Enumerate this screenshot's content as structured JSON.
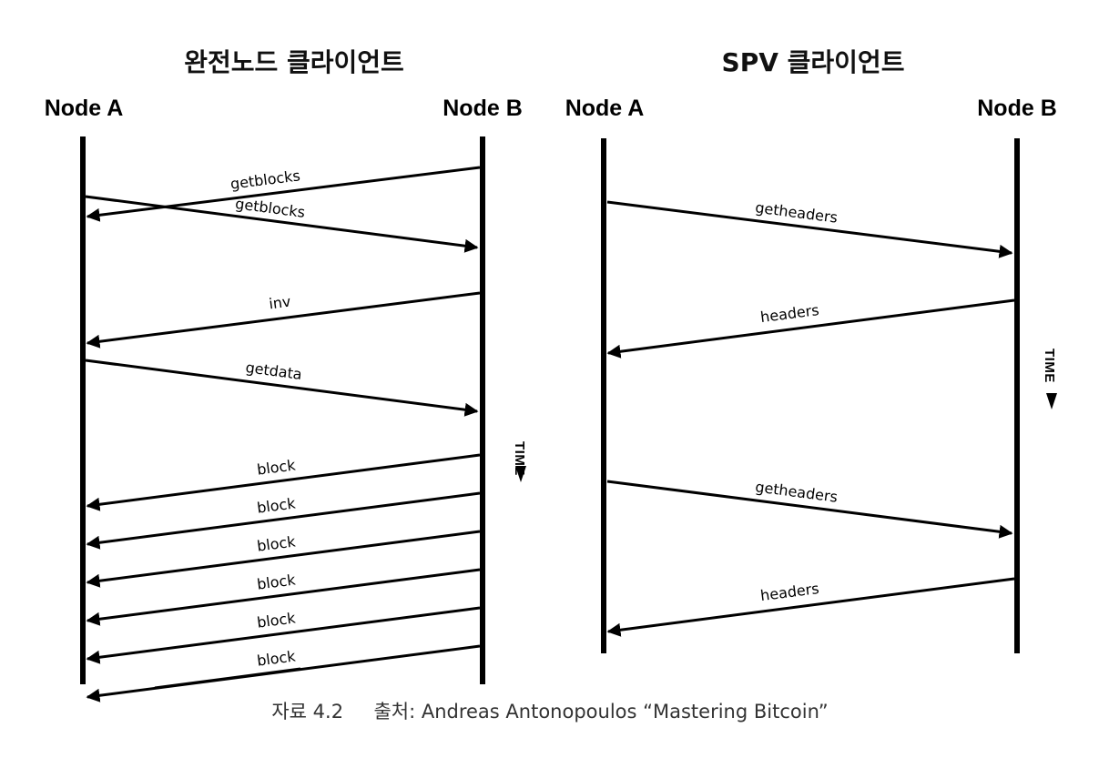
{
  "diagram": {
    "colors": {
      "line": "#000000",
      "text": "#000000",
      "caption": "#333333"
    },
    "panels": [
      {
        "title": "완전노드 클라이언트",
        "node_a": "Node A",
        "node_b": "Node B",
        "time_label": "TIME",
        "messages": [
          {
            "label": "getblocks",
            "direction": "B-to-A"
          },
          {
            "label": "getblocks",
            "direction": "A-to-B"
          },
          {
            "label": "inv",
            "direction": "B-to-A"
          },
          {
            "label": "getdata",
            "direction": "A-to-B"
          },
          {
            "label": "block",
            "direction": "B-to-A"
          },
          {
            "label": "block",
            "direction": "B-to-A"
          },
          {
            "label": "block",
            "direction": "B-to-A"
          },
          {
            "label": "block",
            "direction": "B-to-A"
          },
          {
            "label": "block",
            "direction": "B-to-A"
          },
          {
            "label": "block",
            "direction": "B-to-A"
          }
        ]
      },
      {
        "title": "SPV 클라이언트",
        "node_a": "Node A",
        "node_b": "Node B",
        "time_label": "TIME",
        "messages": [
          {
            "label": "getheaders",
            "direction": "A-to-B"
          },
          {
            "label": "headers",
            "direction": "B-to-A"
          },
          {
            "label": "getheaders",
            "direction": "A-to-B"
          },
          {
            "label": "headers",
            "direction": "B-to-A"
          }
        ]
      }
    ],
    "caption": "자료 4.2     출처: Andreas Antonopoulos “Mastering Bitcoin”"
  }
}
